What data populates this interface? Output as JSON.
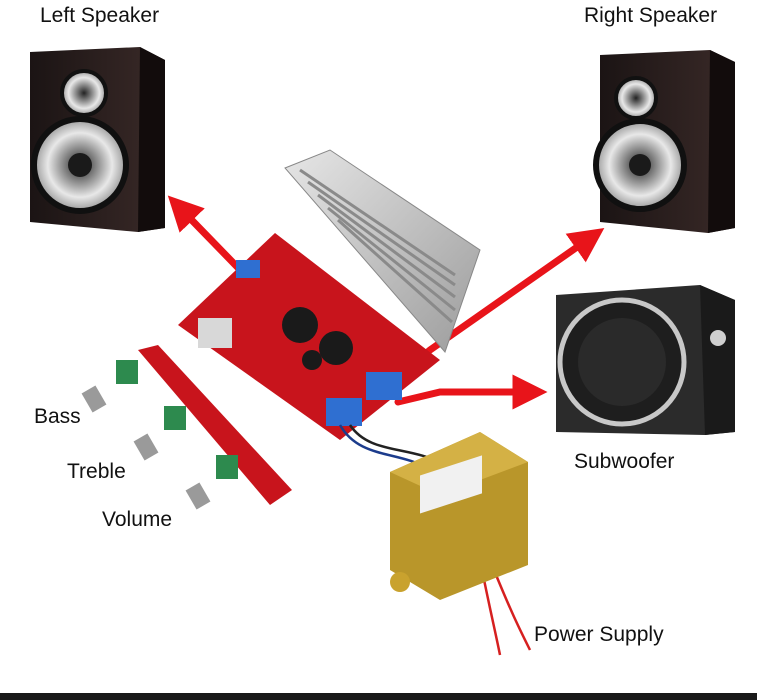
{
  "labels": {
    "left_speaker": "Left Speaker",
    "right_speaker": "Right Speaker",
    "subwoofer": "Subwoofer",
    "bass": "Bass",
    "treble": "Treble",
    "volume": "Volume",
    "power_supply": "Power Supply"
  },
  "colors": {
    "arrow": "#e8141a",
    "pcb": "#c8141c",
    "speaker_body": "#2a2020",
    "heatsink": "#c9c9c9",
    "transformer": "#b9962a"
  }
}
